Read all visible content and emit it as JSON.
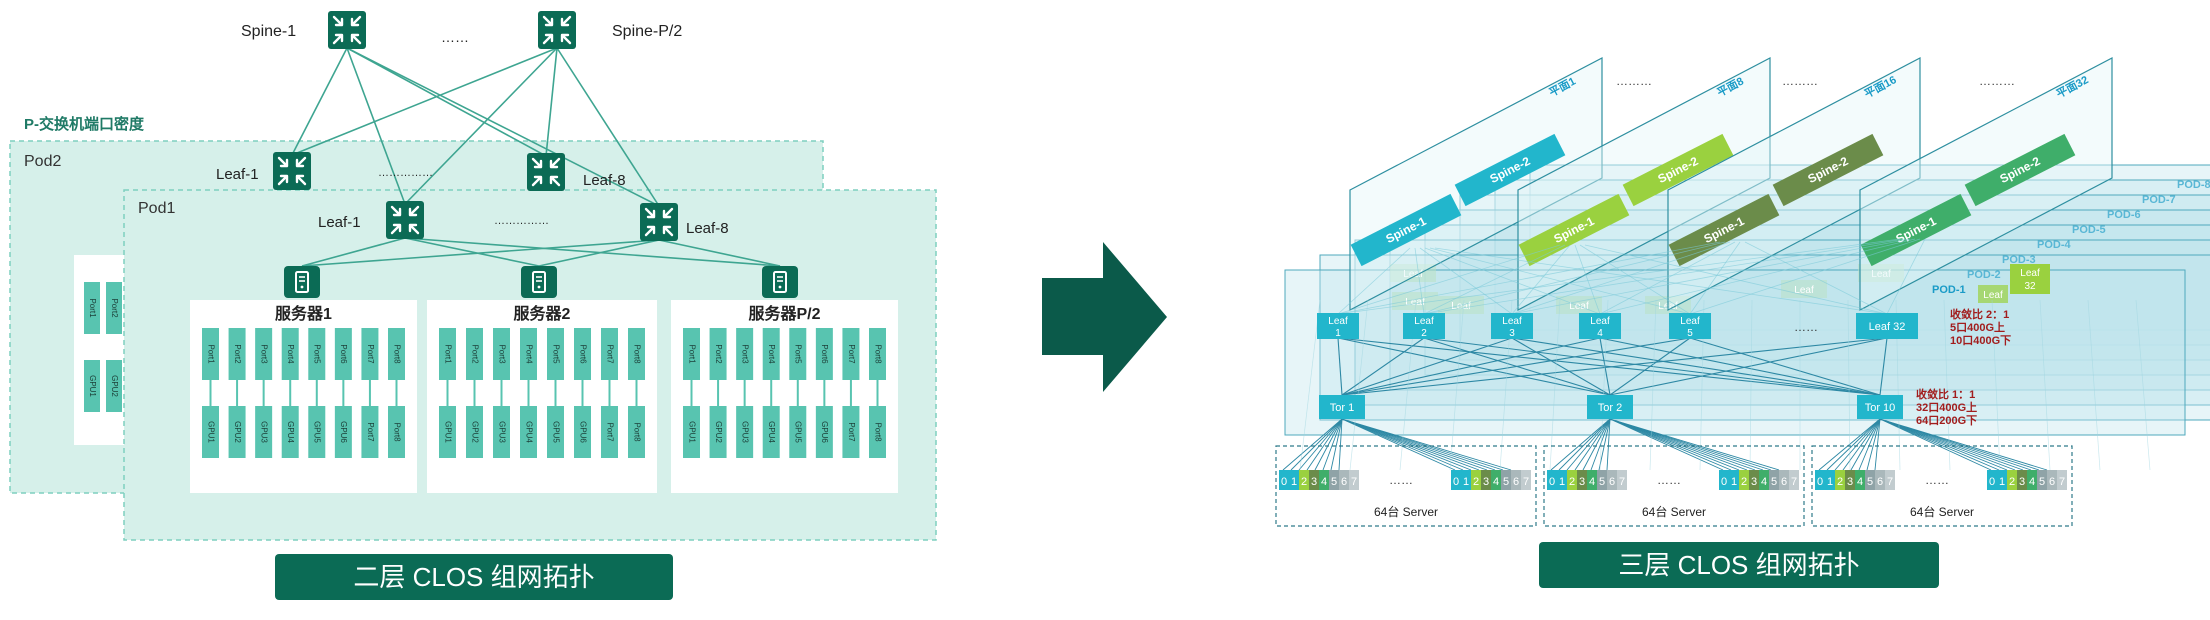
{
  "colors": {
    "teal_dark": "#0b6b55",
    "pod_fill": "#d6f0ea",
    "pod_border": "#7fcfbf",
    "port_fill": "#58c4b0",
    "link": "#3ea591",
    "arrow": "#0b5a4a",
    "label_dark": "#1f7a66",
    "cyan": "#22b6cc",
    "lime": "#9ad13f",
    "olive": "#6b8c4a",
    "green": "#3fae6a",
    "ratio_text": "#a21d1d",
    "three_pod_fill": "#bfe6ec",
    "three_pod_border": "#4fa9bd"
  },
  "two_tier": {
    "spine_left": "Spine-1",
    "spine_right": "Spine-P/2",
    "spine_dots": "……",
    "port_density": "P-交换机端口密度",
    "pod2": "Pod2",
    "pod1": "Pod1",
    "pod2_leaf_left": "Leaf-1",
    "pod2_leaf_right": "Leaf-8",
    "pod1_leaf_left": "Leaf-1",
    "pod1_leaf_right": "Leaf-8",
    "leaf_dots": "……………",
    "servers": [
      "服务器1",
      "服务器2",
      "服务器P/2"
    ],
    "ports": [
      "Port1",
      "Port2",
      "Port3",
      "Port4",
      "Port5",
      "Port6",
      "Port7",
      "Port8"
    ],
    "gpus": [
      "GPU1",
      "GPU2",
      "GPU3",
      "GPU4",
      "GPU5",
      "GPU6",
      "Port7",
      "Port8"
    ],
    "pod2_ports": [
      "Port1",
      "Port2"
    ],
    "pod2_gpus": [
      "GPU1",
      "GPU2"
    ],
    "title": "二层 CLOS 组网拓扑"
  },
  "three_tier": {
    "planes": [
      "平面1",
      "平面8",
      "平面16",
      "平面32"
    ],
    "plane_dots": "………",
    "spine1": "Spine-1",
    "spine2": "Spine-2",
    "pods": [
      "POD-8",
      "POD-7",
      "POD-6",
      "POD-5",
      "POD-4",
      "POD-3",
      "POD-2",
      "POD-1"
    ],
    "leaves": [
      "Leaf 1",
      "Leaf 2",
      "Leaf 3",
      "Leaf 4",
      "Leaf 5",
      "Leaf 32"
    ],
    "leaf_dots": "……",
    "back_leaf": "Leaf",
    "back_leaf_32": "Leaf 32",
    "tors": [
      "Tor 1",
      "Tor 2",
      "Tor 10"
    ],
    "ratio_leaf": [
      "收敛比 2：1",
      "5口400G上",
      "10口400G下"
    ],
    "ratio_tor": [
      "收敛比 1：1",
      "32口400G上",
      "64口200G下"
    ],
    "server_digits": [
      "0",
      "1",
      "2",
      "3",
      "4",
      "5",
      "6",
      "7"
    ],
    "server_dots": "……",
    "server_groups": [
      "64台 Server",
      "64台 Server",
      "64台 Server"
    ],
    "title": "三层 CLOS 组网拓扑"
  }
}
